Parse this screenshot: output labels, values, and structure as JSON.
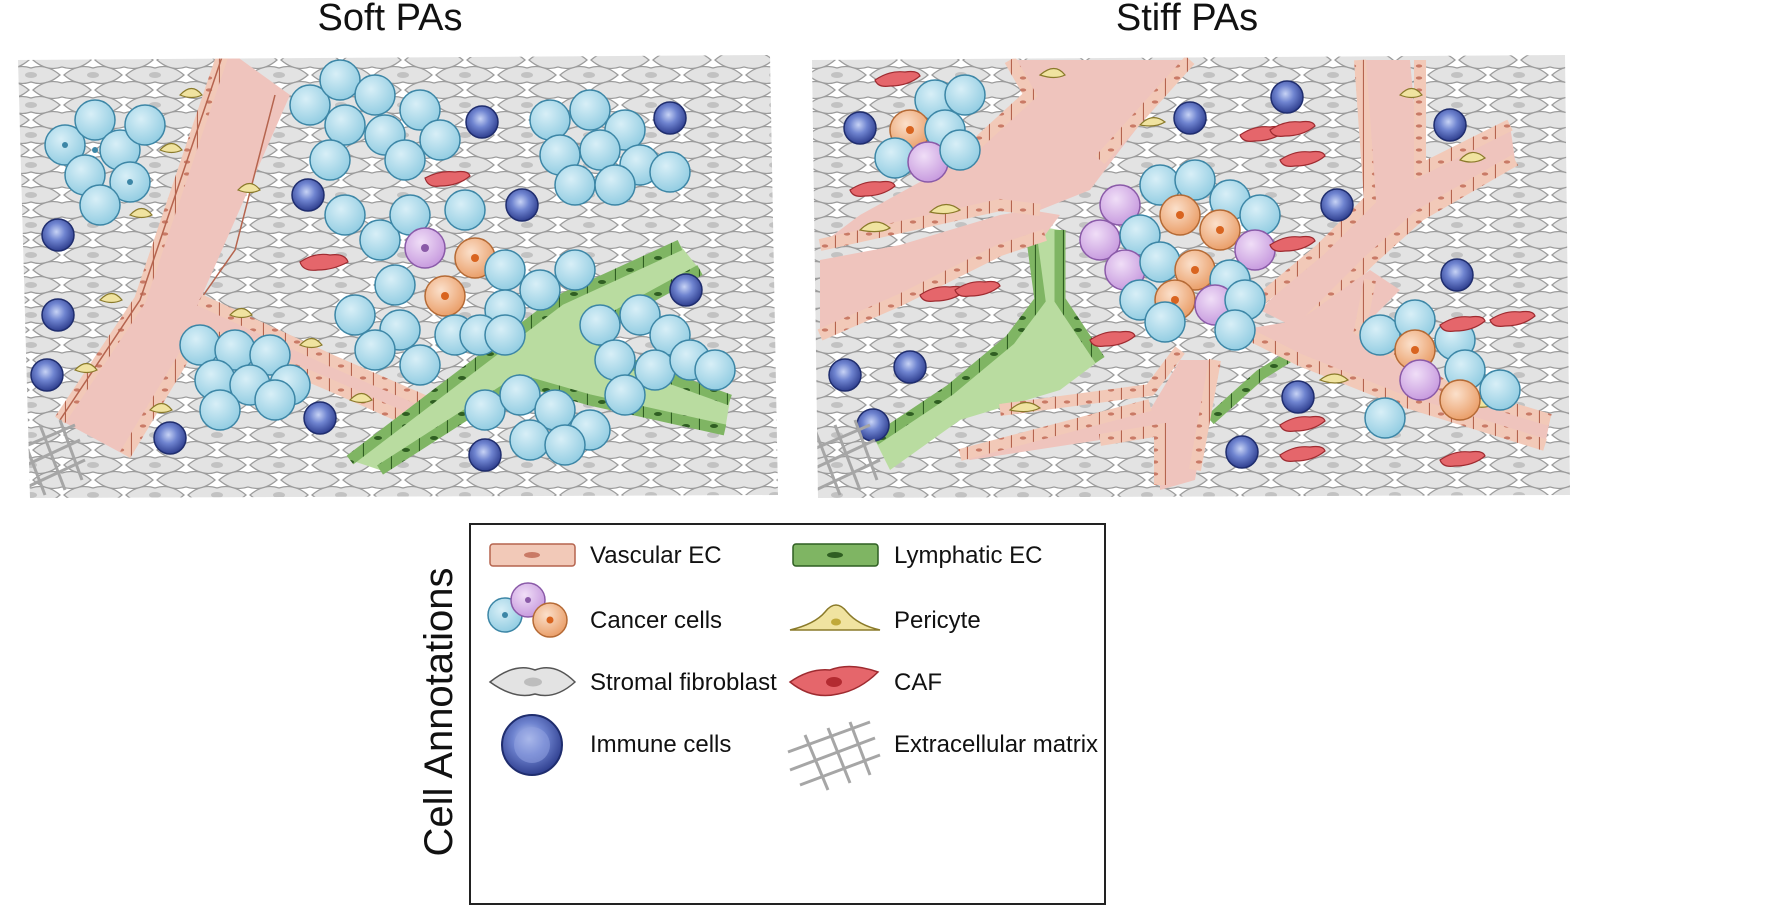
{
  "panels": [
    {
      "id": "soft",
      "title": "Soft PAs"
    },
    {
      "id": "stiff",
      "title": "Stiff PAs"
    }
  ],
  "legend": {
    "heading": "Cell Annotations",
    "items": [
      {
        "key": "vascular_ec",
        "label": "Vascular EC",
        "icon": "vascular-ec-icon"
      },
      {
        "key": "lymphatic_ec",
        "label": "Lymphatic EC",
        "icon": "lymphatic-ec-icon"
      },
      {
        "key": "cancer_cells",
        "label": "Cancer cells",
        "icon": "cancer-cells-icon"
      },
      {
        "key": "pericyte",
        "label": "Pericyte",
        "icon": "pericyte-icon"
      },
      {
        "key": "stromal_fibroblast",
        "label": "Stromal fibroblast",
        "icon": "stromal-fibroblast-icon"
      },
      {
        "key": "caf",
        "label": "CAF",
        "icon": "caf-icon"
      },
      {
        "key": "immune_cells",
        "label": "Immune cells",
        "icon": "immune-cell-icon"
      },
      {
        "key": "ecm",
        "label": "Extracellular matrix",
        "icon": "extracellular-matrix-icon"
      }
    ]
  },
  "colors": {
    "vascular_fill": "#efc4bd",
    "vascular_edge": "#b5644e",
    "lymphatic_fill": "#b9dca0",
    "lymphatic_edge": "#3f7a2c",
    "cancer_blue": "#a8d7e8",
    "cancer_blue_edge": "#3c86a6",
    "cancer_purple": "#d9b4e8",
    "cancer_orange": "#f0b48a",
    "caf_red": "#e5666b",
    "pericyte_yellow": "#f0e3a0",
    "immune_blue": "#5f74c4",
    "fibroblast_gray": "#e3e3e3"
  }
}
